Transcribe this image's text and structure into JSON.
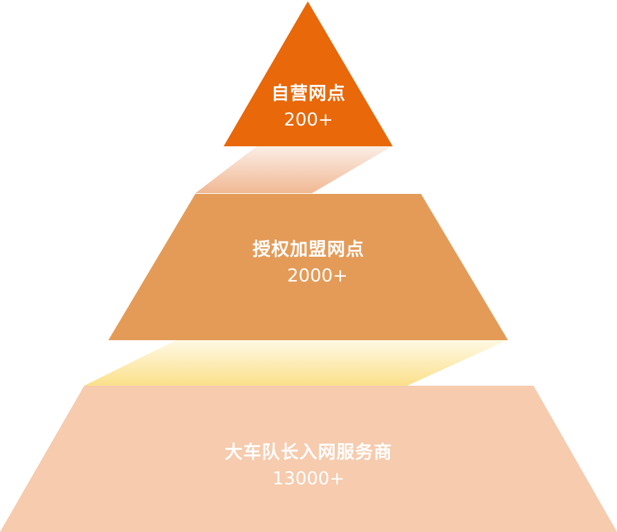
{
  "pyramid": {
    "tiers": [
      {
        "name": "自营网点",
        "count": "200+",
        "color": "#E8680A"
      },
      {
        "name": "授权加盟网点",
        "count": "2000+",
        "color": "#E49B58"
      },
      {
        "name": "大车队长入网服务商",
        "count": "13000+",
        "color": "#F6CBAE"
      }
    ],
    "connectors": [
      {
        "color_top": "#FBEEE5",
        "color_bottom": "#F1B894"
      },
      {
        "color_top": "#FEF9E4",
        "color_bottom": "#FBE08A"
      }
    ],
    "label_color": "#FFFFFF"
  }
}
